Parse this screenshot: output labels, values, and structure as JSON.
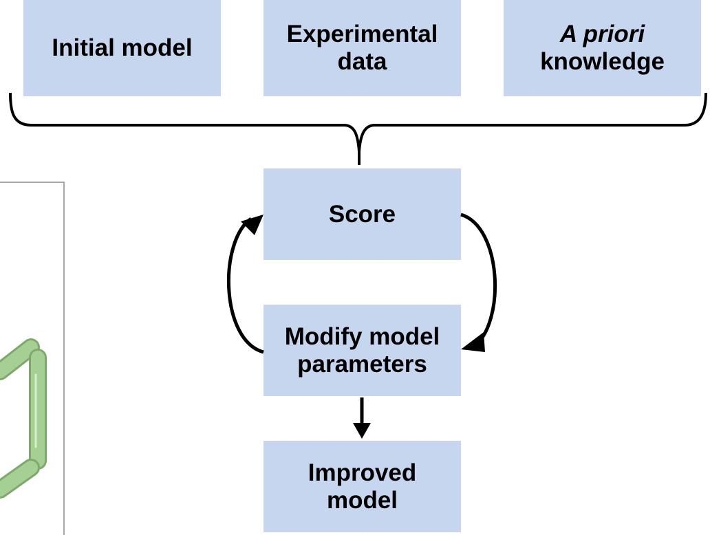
{
  "boxes": {
    "initial_model": {
      "line1": "Initial model"
    },
    "experimental_data": {
      "line1": "Experimental",
      "line2": "data"
    },
    "a_priori": {
      "line1": "A priori",
      "line2": "knowledge"
    },
    "score": {
      "line1": "Score"
    },
    "modify": {
      "line1": "Modify model",
      "line2": "parameters"
    },
    "improved": {
      "line1": "Improved",
      "line2": "model"
    }
  },
  "colors": {
    "box_fill": "#c5d6ee",
    "arrow": "#000000",
    "molecule_green": "#a6cf94",
    "panel_border": "#8c8c8c"
  }
}
